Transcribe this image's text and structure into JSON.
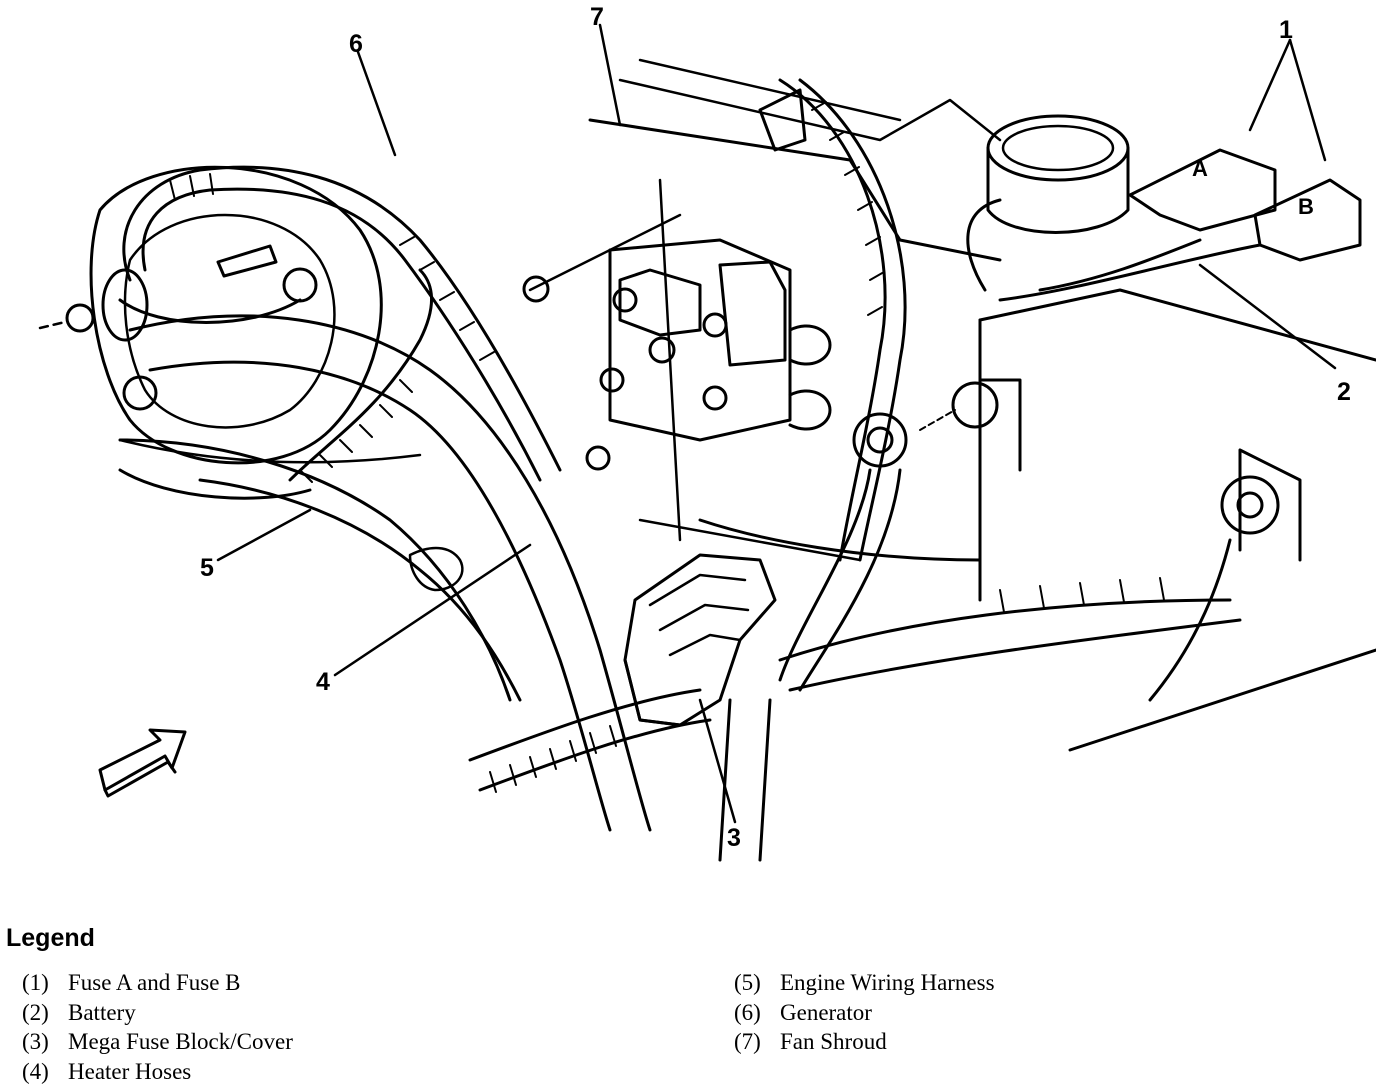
{
  "callouts": {
    "c1": "1",
    "c2": "2",
    "c3": "3",
    "c4": "4",
    "c5": "5",
    "c6": "6",
    "c7": "7"
  },
  "fuse_letters": {
    "a": "A",
    "b": "B"
  },
  "legend": {
    "title": "Legend",
    "items": [
      {
        "num": "(1)",
        "label": "Fuse A and Fuse B"
      },
      {
        "num": "(2)",
        "label": "Battery"
      },
      {
        "num": "(3)",
        "label": "Mega Fuse Block/Cover"
      },
      {
        "num": "(4)",
        "label": "Heater Hoses"
      },
      {
        "num": "(5)",
        "label": "Engine Wiring Harness"
      },
      {
        "num": "(6)",
        "label": "Generator"
      },
      {
        "num": "(7)",
        "label": "Fan Shroud"
      }
    ]
  },
  "icons": {
    "direction_arrow": "forward-arrow-icon"
  },
  "colors": {
    "ink": "#000000",
    "background": "#ffffff"
  }
}
